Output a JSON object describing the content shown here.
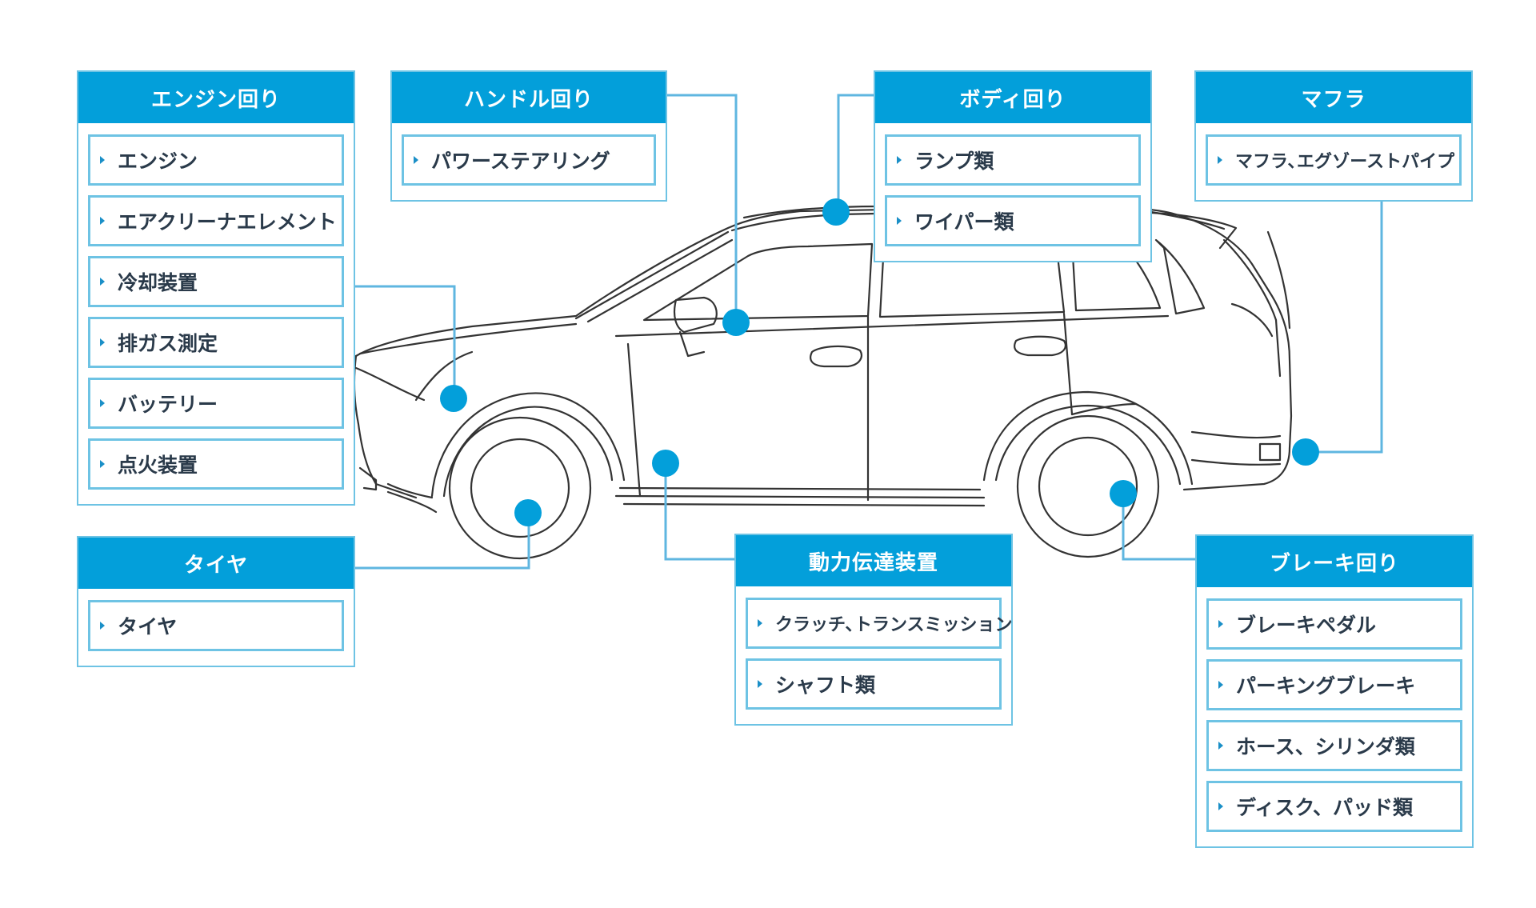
{
  "colors": {
    "accent": "#039fda",
    "border": "#6ec3e4",
    "line": "#5fb6e0",
    "text": "#2a3a4a",
    "car_line": "#333333"
  },
  "panels": [
    {
      "id": "engine",
      "title": "エンジン回り",
      "items": [
        "エンジン",
        "エアクリーナエレメント",
        "冷却装置",
        "排ガス測定",
        "バッテリー",
        "点火装置"
      ]
    },
    {
      "id": "steering",
      "title": "ハンドル回り",
      "items": [
        "パワーステアリング"
      ]
    },
    {
      "id": "body",
      "title": "ボディ回り",
      "items": [
        "ランプ類",
        "ワイパー類"
      ]
    },
    {
      "id": "muffler",
      "title": "マフラ",
      "items": [
        "マフラ､エグゾーストパイプ"
      ]
    },
    {
      "id": "tire",
      "title": "タイヤ",
      "items": [
        "タイヤ"
      ]
    },
    {
      "id": "transmission",
      "title": "動力伝達装置",
      "items": [
        "クラッチ､トランスミッション",
        "シャフト類"
      ]
    },
    {
      "id": "brake",
      "title": "ブレーキ回り",
      "items": [
        "ブレーキペダル",
        "パーキングブレーキ",
        "ホース、シリンダ類",
        "ディスク、パッド類"
      ]
    }
  ]
}
